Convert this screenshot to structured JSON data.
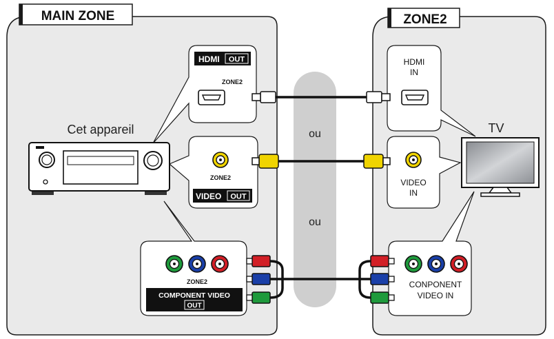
{
  "main_zone": {
    "title": "MAIN ZONE",
    "device_label": "Cet appareil",
    "hdmi": {
      "label": "HDMI",
      "out": "OUT",
      "zone": "ZONE2"
    },
    "video": {
      "zone": "ZONE2",
      "label": "VIDEO",
      "out": "OUT"
    },
    "component": {
      "zone": "ZONE2",
      "label": "COMPONENT VIDEO",
      "out": "OUT"
    }
  },
  "zone2": {
    "title": "ZONE2",
    "tv_label": "TV",
    "hdmi_in": {
      "line1": "HDMI",
      "line2": "IN"
    },
    "video_in": {
      "line1": "VIDEO",
      "line2": "IN"
    },
    "component_in": {
      "line1": "CONPONENT",
      "line2": "VIDEO IN"
    }
  },
  "separator": {
    "or_top": "ou",
    "or_bottom": "ou"
  },
  "colors": {
    "panel_bg": "#eaeaea",
    "callout_bg": "#ffffff",
    "separator": "#cfcfcf",
    "yellow": "#f0d400",
    "green": "#1e9a3c",
    "blue": "#1a3fa8",
    "red": "#d21f26"
  }
}
